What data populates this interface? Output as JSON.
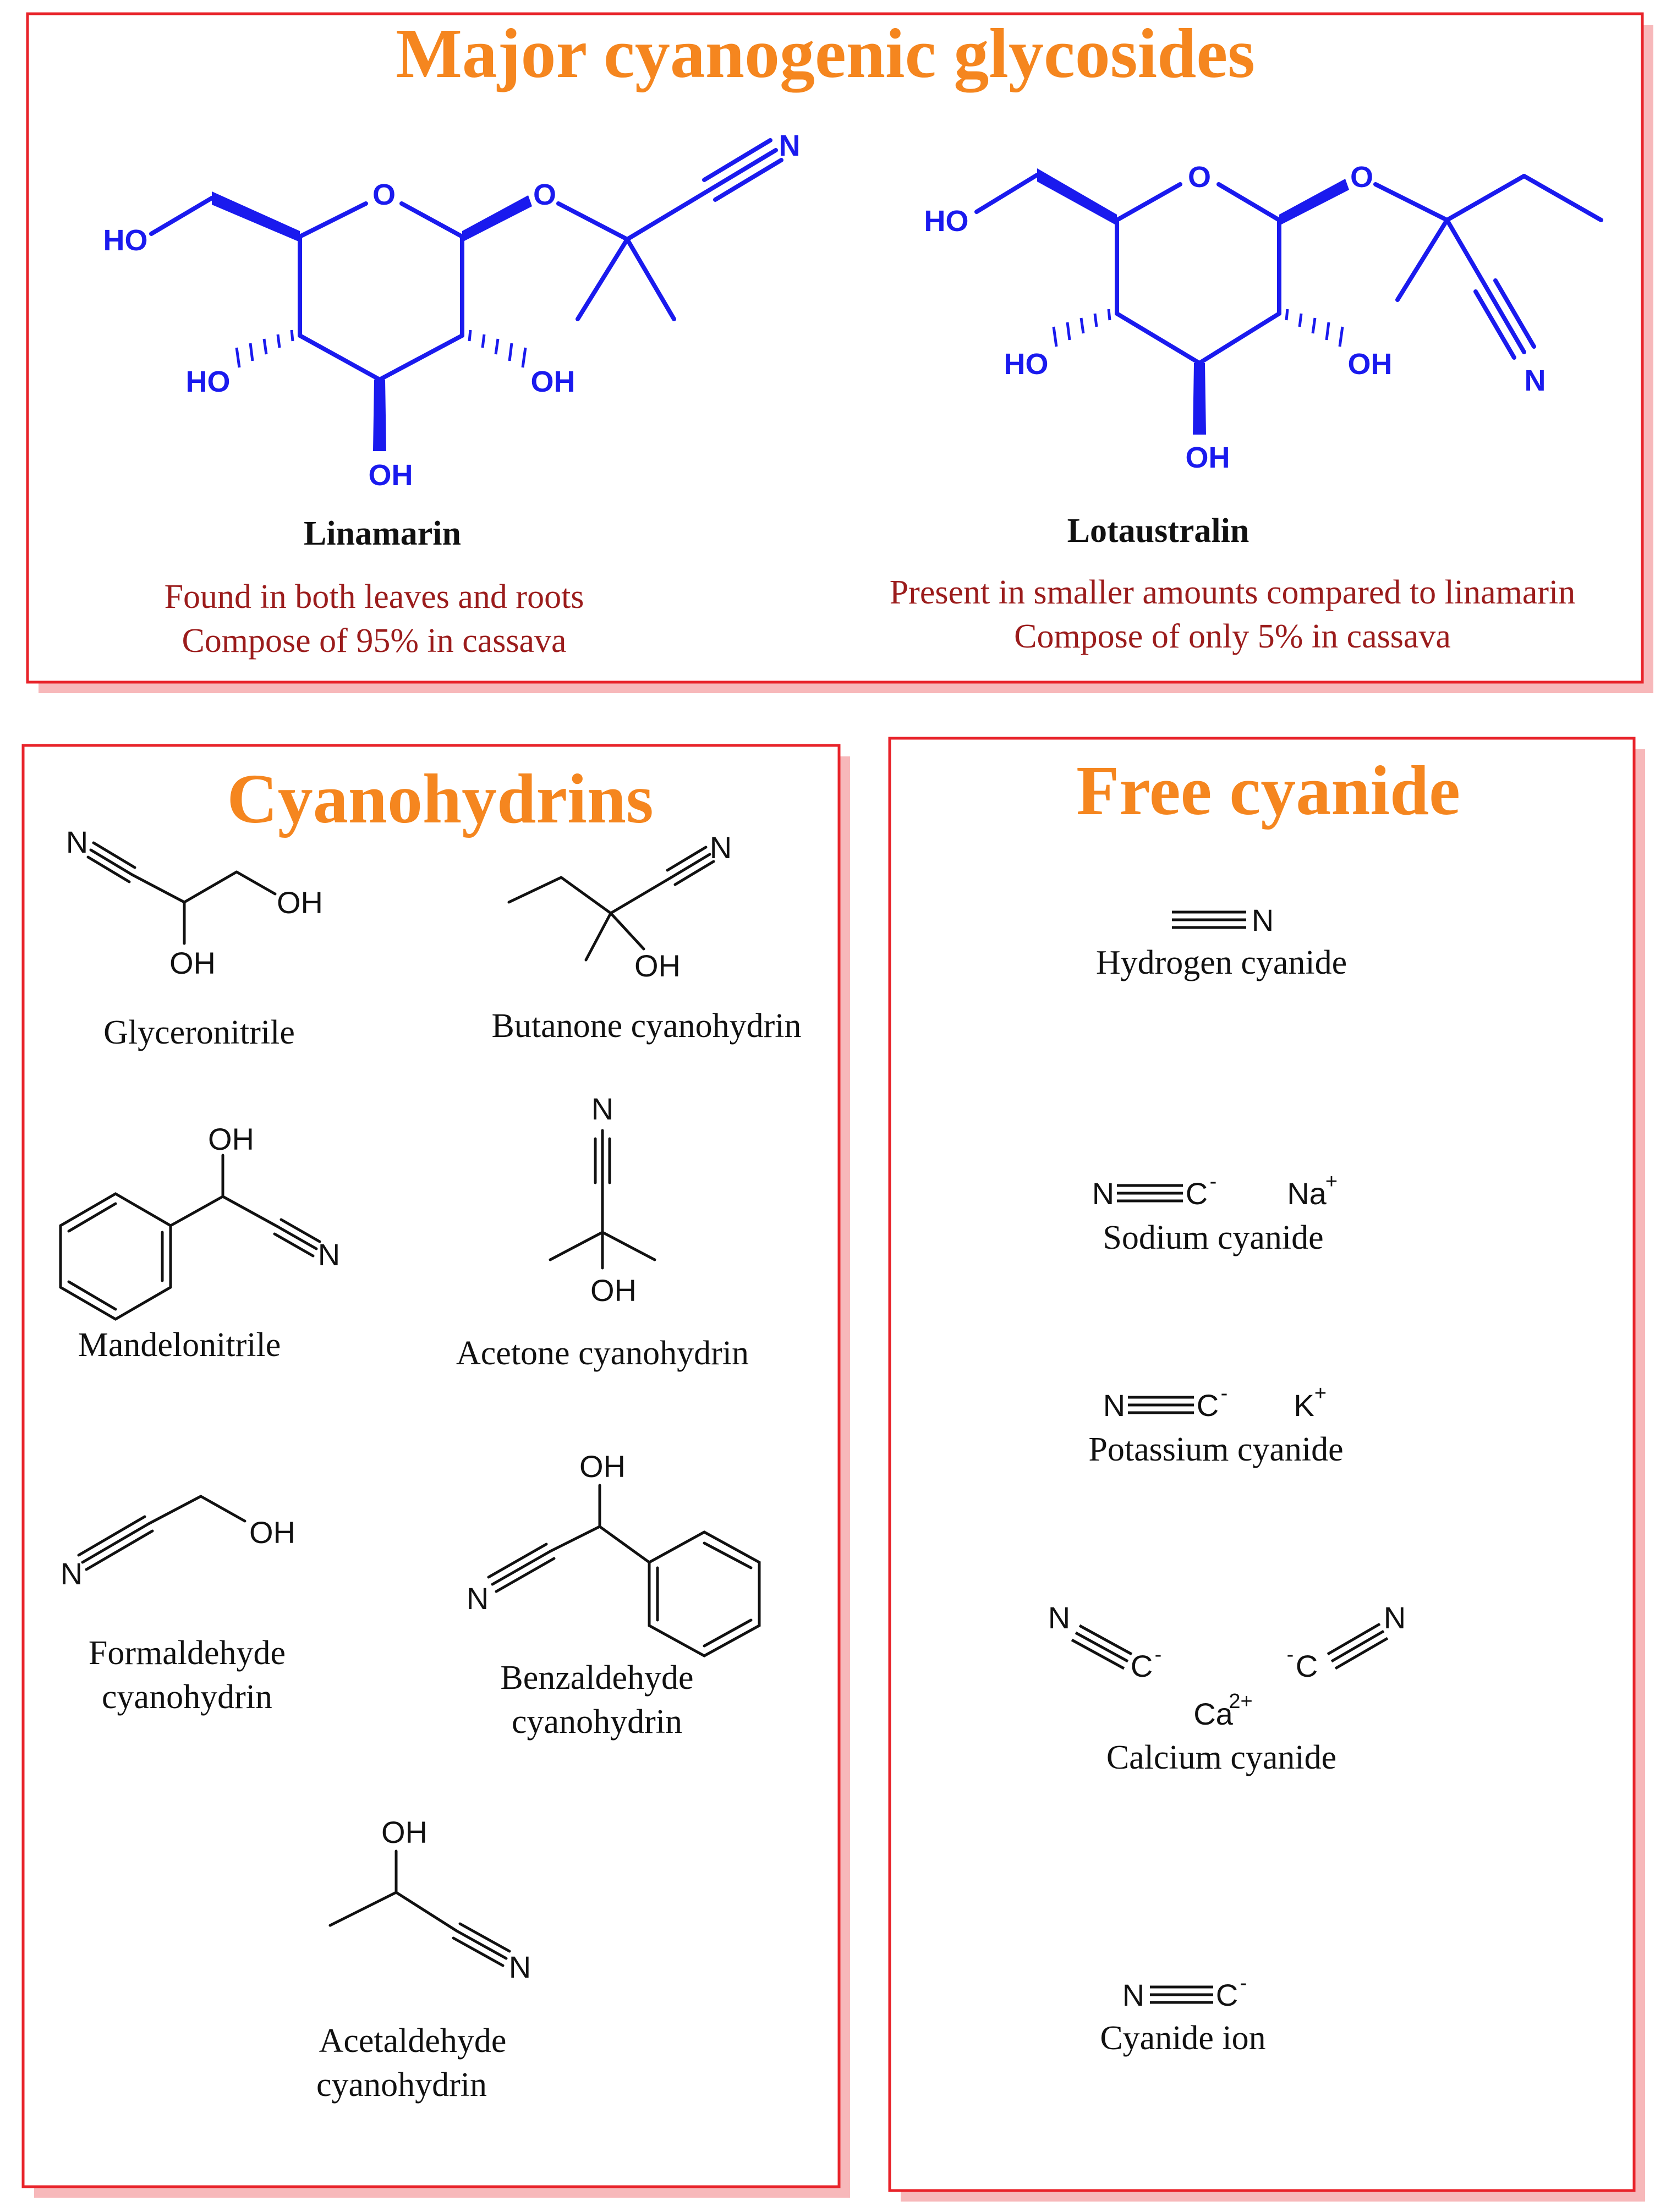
{
  "colors": {
    "frame": "#e8232a",
    "frame_shadow": "#f7b8ba",
    "heading": "#f5861f",
    "glycoside": "#1a1aee",
    "caption_red": "#9b1c1c",
    "black": "#111111"
  },
  "glycosides": {
    "title": "Major cyanogenic glycosides",
    "linamarin": {
      "name": "Linamarin",
      "line1": "Found in both leaves and roots",
      "line2": "Compose of 95% in cassava"
    },
    "lotaustralin": {
      "name": "Lotaustralin",
      "line1": "Present in smaller amounts compared to linamarin",
      "line2": "Compose of only 5% in cassava"
    },
    "atoms": {
      "ho": "HO",
      "oh": "OH",
      "o": "O",
      "n": "N"
    }
  },
  "cyanohydrins": {
    "title": "Cyanohydrins",
    "glyceronitrile": "Glyceronitrile",
    "butanone": "Butanone cyanohydrin",
    "mandelonitrile": "Mandelonitrile",
    "acetone": "Acetone cyanohydrin",
    "formaldehyde_1": "Formaldehyde",
    "formaldehyde_2": "cyanohydrin",
    "benzaldehyde_1": "Benzaldehyde",
    "benzaldehyde_2": "cyanohydrin",
    "acetaldehyde_1": "Acetaldehyde",
    "acetaldehyde_2": "cyanohydrin"
  },
  "free_cyanide": {
    "title": "Free cyanide",
    "hydrogen": "Hydrogen cyanide",
    "sodium": "Sodium cyanide",
    "potassium": "Potassium cyanide",
    "calcium": "Calcium cyanide",
    "ion": "Cyanide ion",
    "labels": {
      "N": "N",
      "C": "C",
      "minus": "-",
      "Na": "Na",
      "K": "K",
      "plus": "+",
      "Ca": "Ca",
      "two_plus": "2+"
    }
  }
}
